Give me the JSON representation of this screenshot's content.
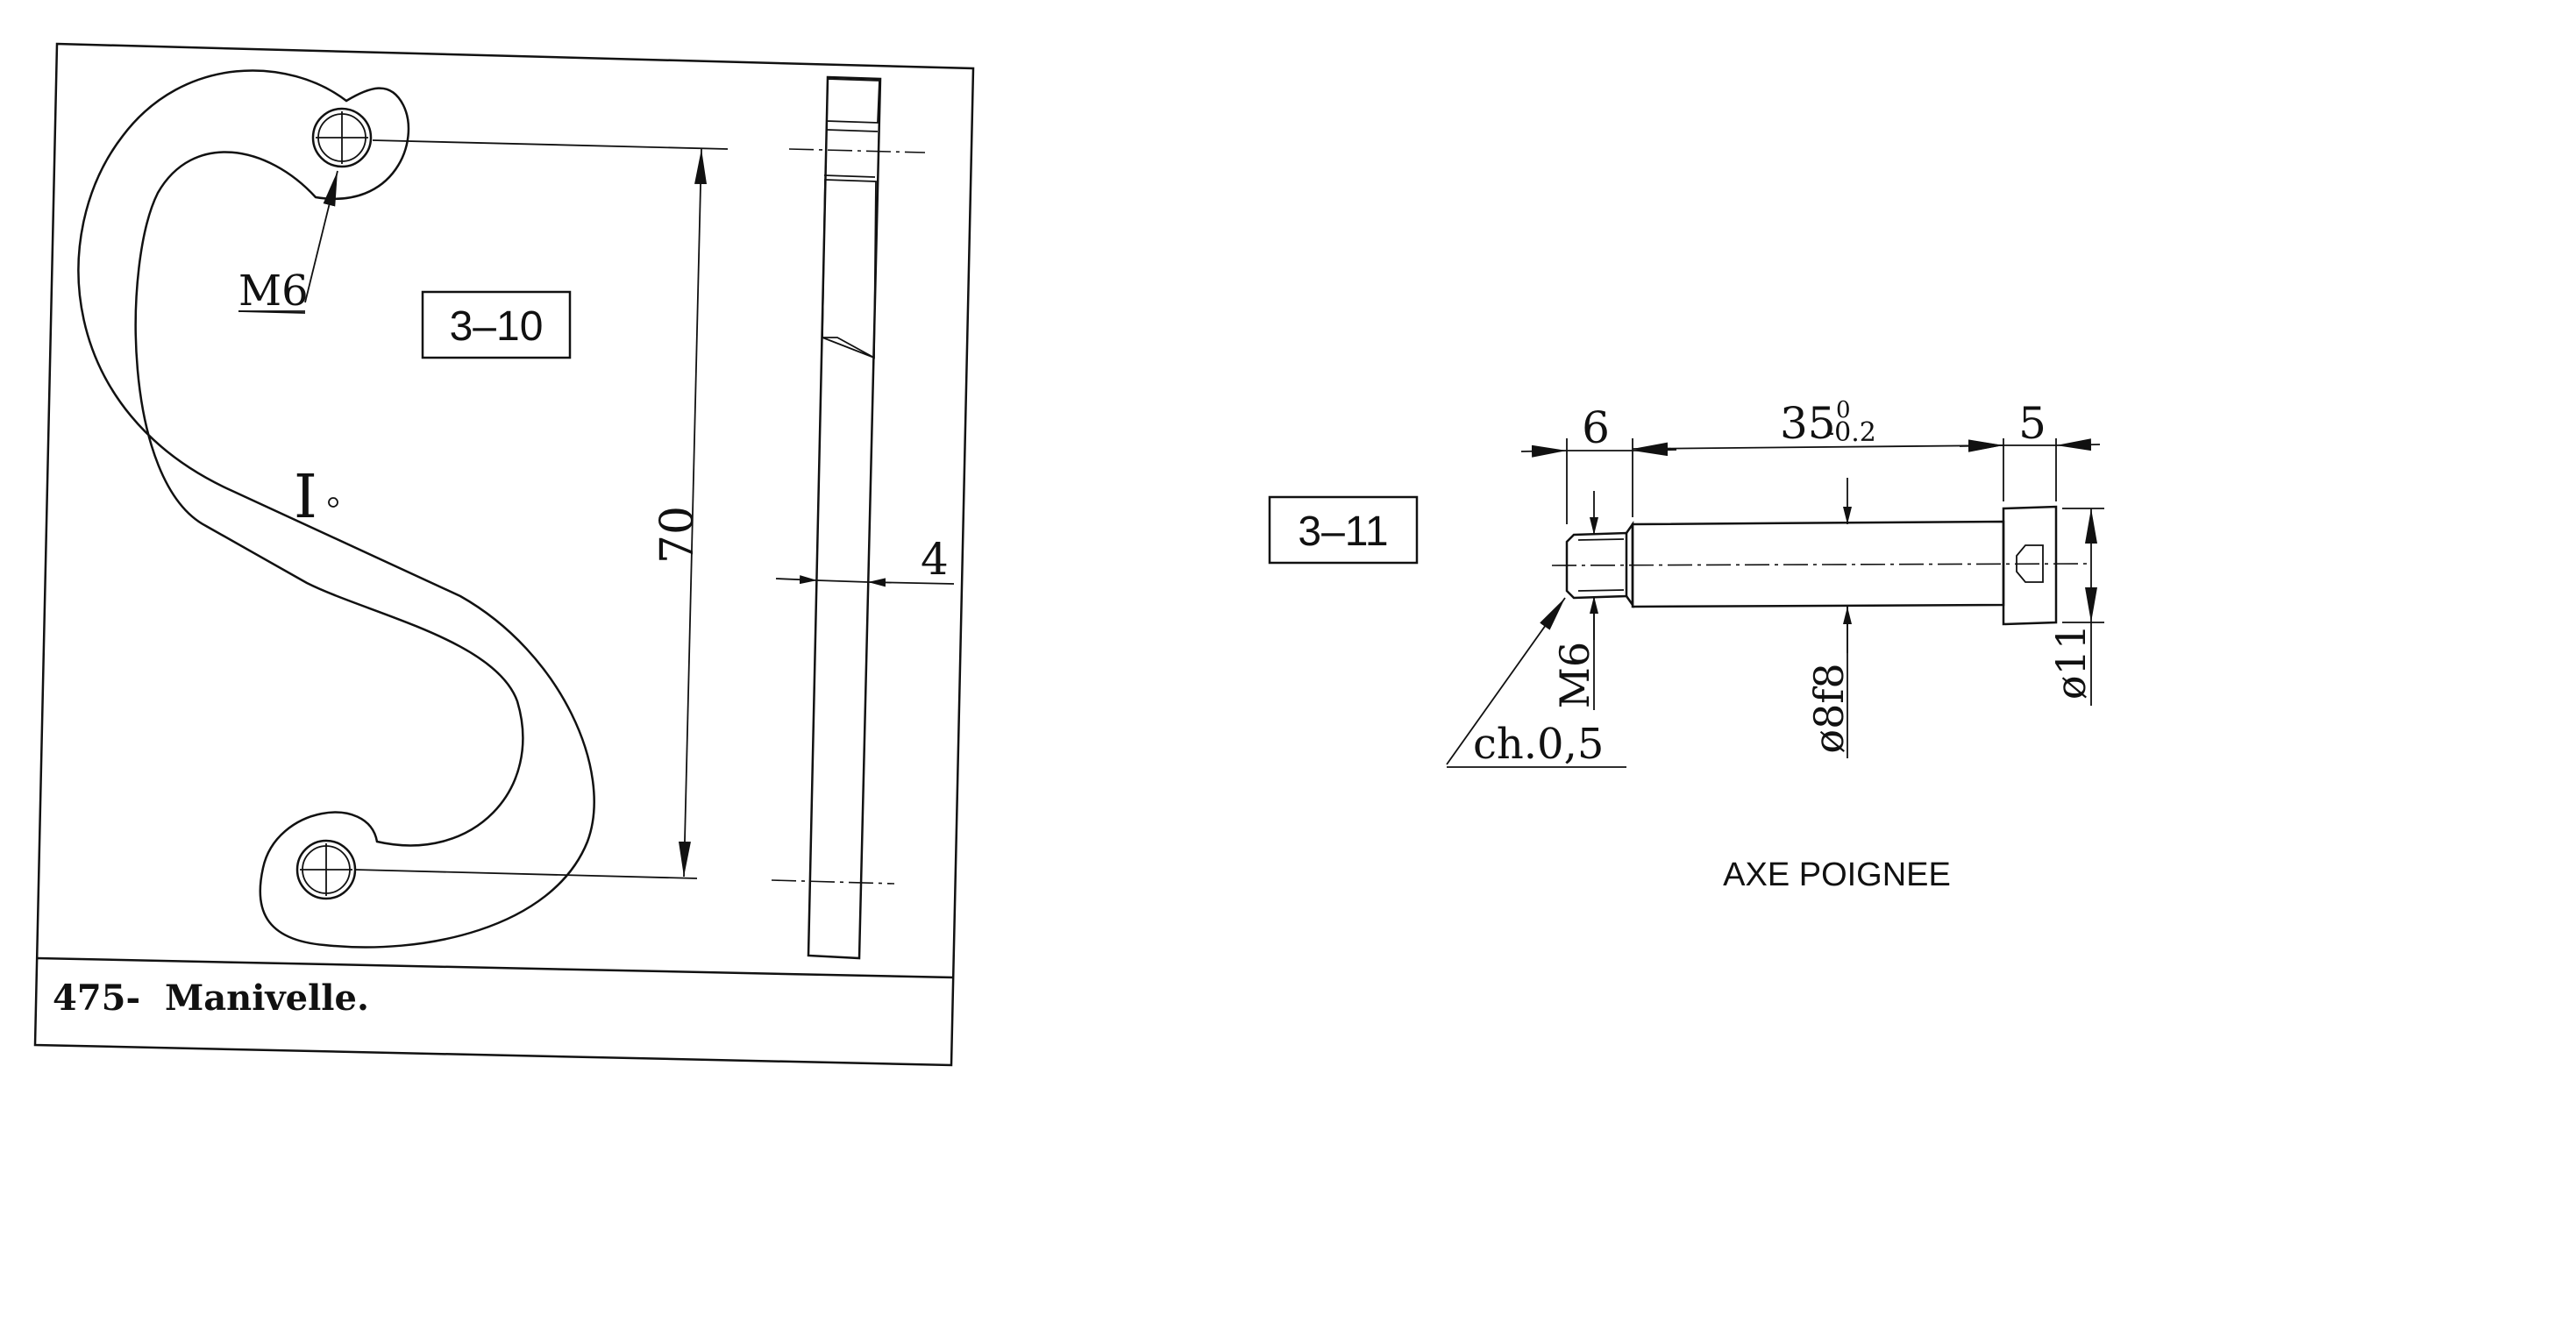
{
  "part_3_10": {
    "ref_label": "3–10",
    "thread_label": "M6",
    "center_distance": "70",
    "thickness": "4",
    "roughness_mark": "I",
    "caption": "475-  Manivelle."
  },
  "part_3_11": {
    "ref_label": "3–11",
    "length_thread": "6",
    "length_body": "35",
    "tolerance_upper": "0",
    "tolerance_lower": "-0.2",
    "length_head": "5",
    "thread_label": "M6",
    "chamfer_label": "ch.0,5",
    "body_diameter": "ø8f8",
    "head_diameter": "ø11",
    "title": "AXE POIGNEE"
  }
}
